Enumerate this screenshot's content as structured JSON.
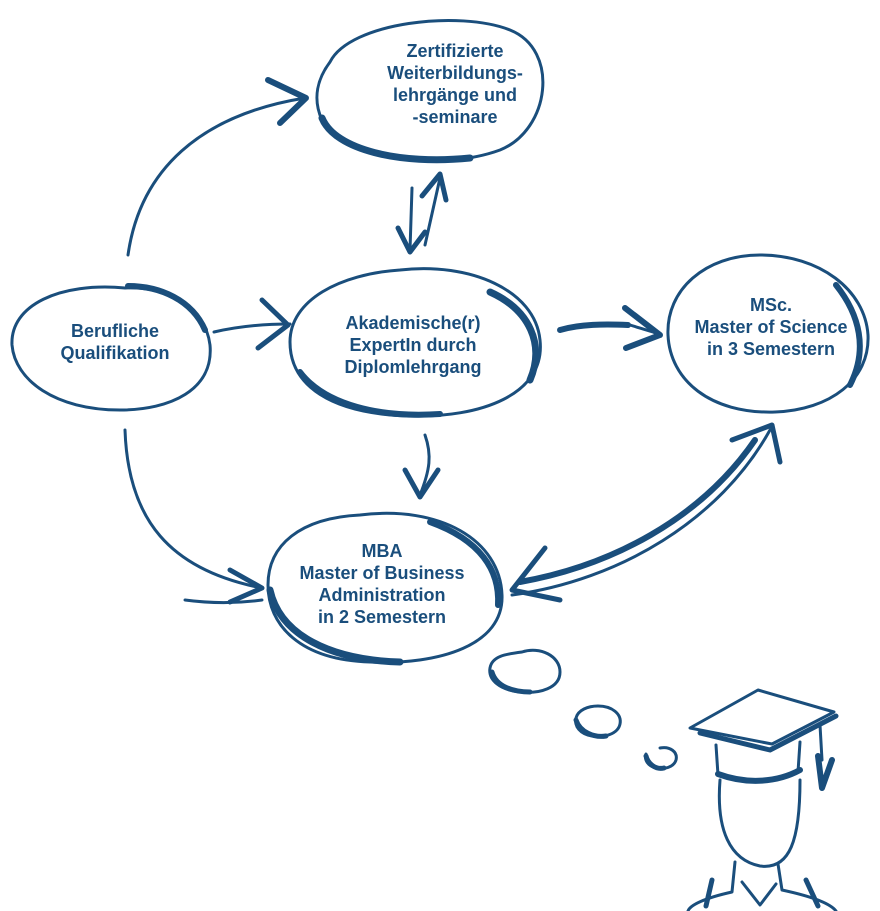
{
  "colors": {
    "ink": "#1a4e7c",
    "background": "#ffffff"
  },
  "nodes": {
    "certified": {
      "lines": [
        "Zertifizierte",
        "Weiterbildungs-",
        "lehrgänge und",
        "-seminare"
      ]
    },
    "professional": {
      "lines": [
        "Berufliche",
        "Qualifikation"
      ]
    },
    "expert": {
      "lines": [
        "Akademische(r)",
        "ExpertIn durch",
        "Diplomlehrgang"
      ]
    },
    "msc": {
      "lines": [
        "MSc.",
        "Master of Science",
        "in 3 Semestern"
      ]
    },
    "mba": {
      "lines": [
        "MBA",
        "Master of Business",
        "Administration",
        "in 2 Semestern"
      ]
    }
  },
  "edges": [
    {
      "from": "professional",
      "to": "certified"
    },
    {
      "from": "professional",
      "to": "expert"
    },
    {
      "from": "professional",
      "to": "mba"
    },
    {
      "from": "expert",
      "to": "certified",
      "bidirectional": true
    },
    {
      "from": "expert",
      "to": "msc"
    },
    {
      "from": "expert",
      "to": "mba"
    },
    {
      "from": "mba",
      "to": "msc",
      "bidirectional": true
    }
  ],
  "illustration": {
    "figure": "graduate-figure",
    "thought_bubble": "thought-bubble"
  }
}
